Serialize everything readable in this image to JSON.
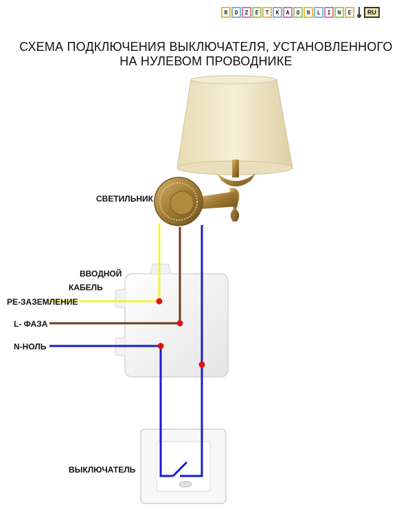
{
  "logo": {
    "letters": [
      "R",
      "O",
      "Z",
      "E",
      "T",
      "K",
      "A",
      "O",
      "N",
      "L",
      "I",
      "N",
      "E"
    ],
    "tail": "RU",
    "colors": [
      "#e6b84c",
      "#7fb6d8",
      "#d77ab0",
      "#9ccc65",
      "#e6b84c",
      "#7fb6d8",
      "#d77ab0",
      "#9ccc65",
      "#e6b84c",
      "#7fb6d8",
      "#d77ab0",
      "#9ccc65",
      "#e6b84c"
    ]
  },
  "title": {
    "line1": "СХЕМА ПОДКЛЮЧЕНИЯ ВЫКЛЮЧАТЕЛЯ, УСТАНОВЛЕННОГО",
    "line2": "НА НУЛЕВОМ ПРОВОДНИКЕ"
  },
  "labels": {
    "lamp": "СВЕТИЛЬНИК",
    "input_cable_1": "ВВОДНОЙ",
    "input_cable_2": "КАБЕЛЬ",
    "pe": "PE-ЗАЗЕМЛЕНИЕ",
    "phase": "L- ФАЗА",
    "neutral": "N-НОЛЬ",
    "switch": "ВЫКЛЮЧАТЕЛЬ"
  },
  "colors": {
    "pe_wire": "#f2f23a",
    "phase_wire": "#6b3b1e",
    "neutral_wire": "#1a1ad0",
    "junction": "#e01010",
    "brass": "#a07a34",
    "shade": "#efe6c4"
  }
}
